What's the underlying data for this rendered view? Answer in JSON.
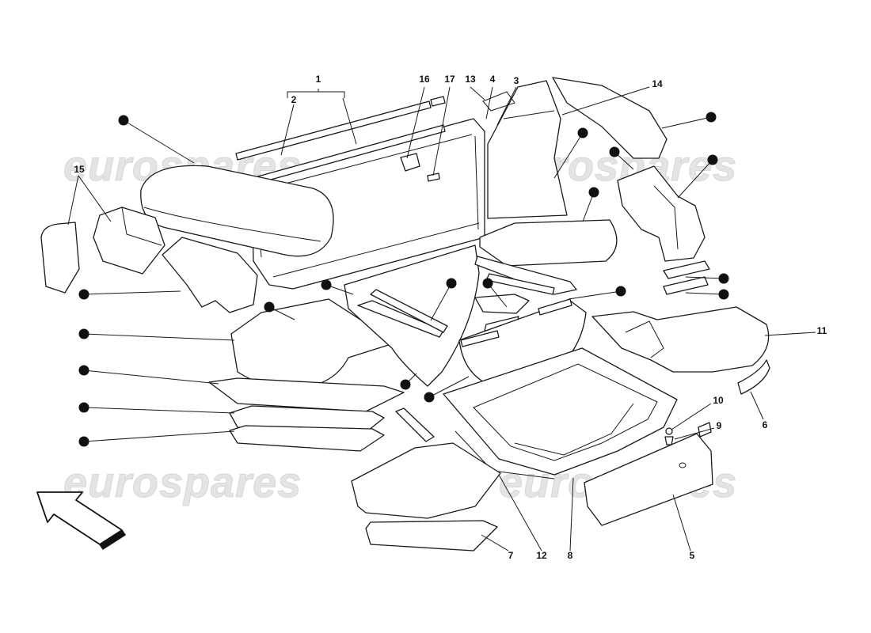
{
  "watermark": {
    "text": "eurospares"
  },
  "callouts": [
    "1",
    "2",
    "3",
    "4",
    "5",
    "6",
    "7",
    "8",
    "9",
    "10",
    "11",
    "12",
    "13",
    "14",
    "15",
    "16",
    "17"
  ],
  "direction_arrow": {
    "icon": "direction-arrow-icon"
  }
}
